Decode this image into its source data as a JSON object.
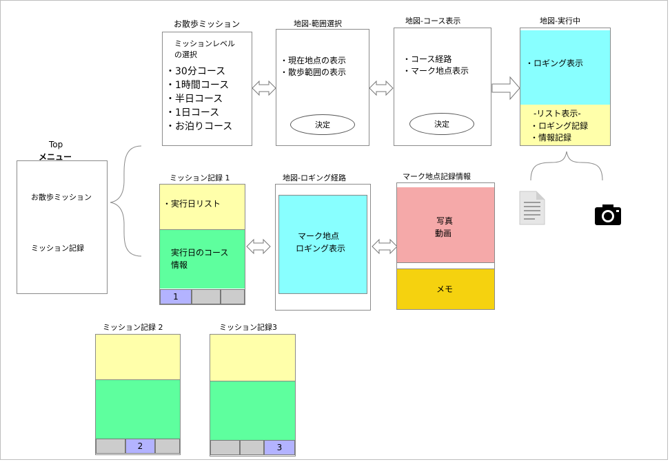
{
  "top": {
    "title": "Top",
    "subtitle": "メニュー",
    "item_walk": "お散歩ミッション",
    "item_record": "ミッション記録"
  },
  "walk_mission": {
    "title": "お散歩ミッション",
    "level_line1": "ミッションレベル",
    "level_line2": "の選択",
    "items": [
      "30分コース",
      "1時間コース",
      "半日コース",
      "1日コース",
      "お泊りコース"
    ]
  },
  "map_range": {
    "title": "地図-範囲選択",
    "items": [
      "現在地点の表示",
      "散歩範囲の表示"
    ],
    "button": "決定"
  },
  "map_course": {
    "title": "地図-コース表示",
    "items": [
      "コース経路",
      "マーク地点表示"
    ],
    "button": "決定"
  },
  "map_running": {
    "title": "地図-実行中",
    "logging_item": "ロギング表示",
    "list_title": "-リスト表示-",
    "list_items": [
      "ロギング記録",
      "情報記録"
    ]
  },
  "record1": {
    "title": "ミッション記録 1",
    "list_item": "実行日リスト",
    "course_line1": "実行日のコース",
    "course_line2": "情報",
    "tab": "1"
  },
  "map_logging": {
    "title": "地図-ロギング経路",
    "line1": "マーク地点",
    "line2": "ロギング表示"
  },
  "mark_info": {
    "title": "マーク地点記録情報",
    "photo_line1": "写真",
    "photo_line2": "動画",
    "memo": "メモ"
  },
  "record2": {
    "title": "ミッション記録 2",
    "tab": "2"
  },
  "record3": {
    "title": "ミッション記録3",
    "tab": "3"
  },
  "colors": {
    "yellow": "#ffffaa",
    "green": "#5eff9e",
    "cyan": "#88ffff",
    "pink": "#f5a9a9",
    "gold": "#f5d20f",
    "tab_active": "#b3b3ff",
    "tab_gray": "#cccccc"
  },
  "icons": [
    "document-icon",
    "camera-icon"
  ]
}
